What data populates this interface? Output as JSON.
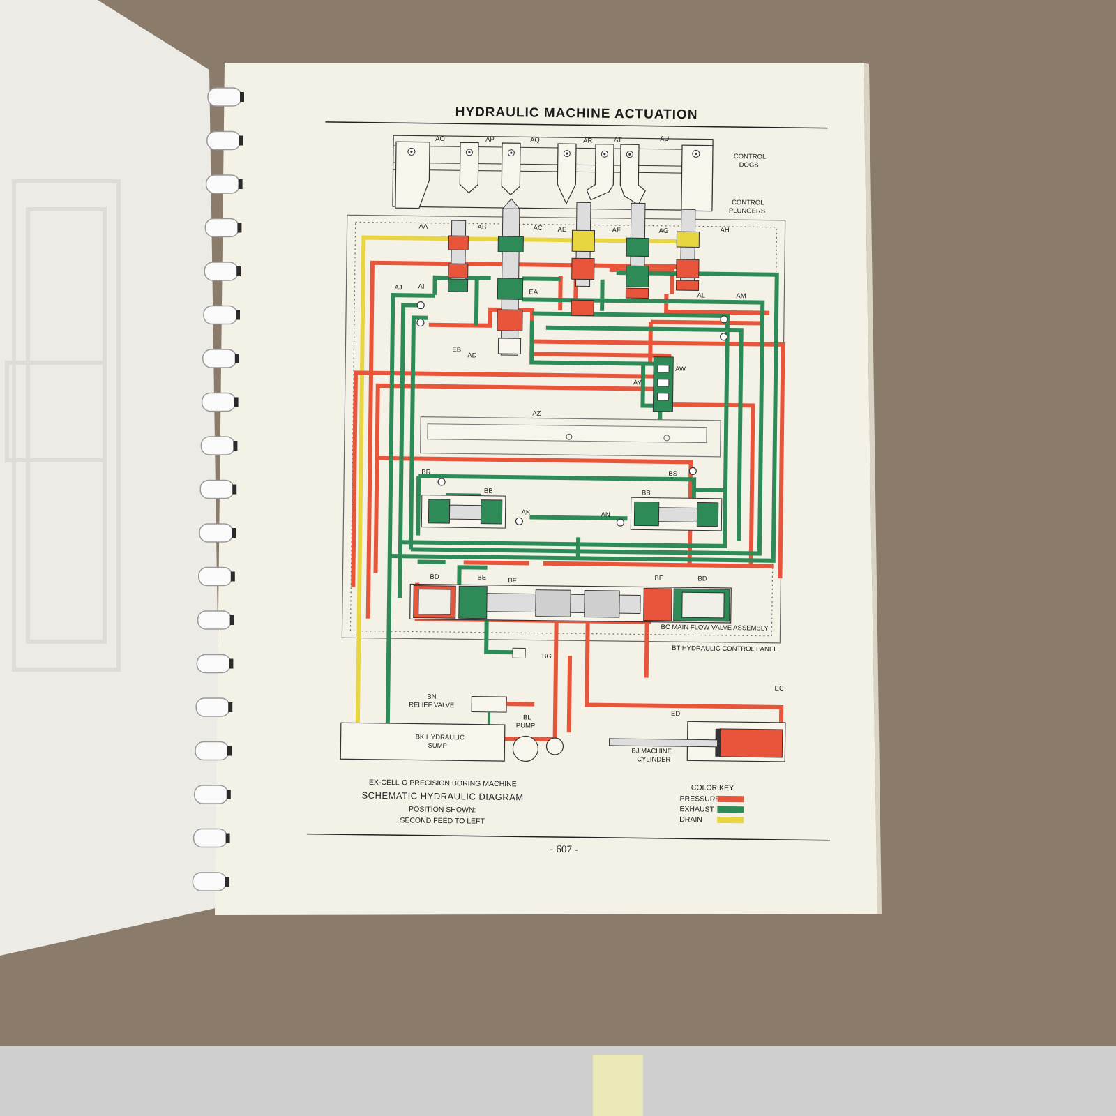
{
  "page": {
    "title": "HYDRAULIC MACHINE ACTUATION",
    "page_number": "- 607 -"
  },
  "labels": {
    "ao": "AO",
    "ap": "AP",
    "aq": "AQ",
    "ar": "AR",
    "at": "AT",
    "au": "AU",
    "control_dogs": [
      "CONTROL",
      "DOGS"
    ],
    "control_plungers": [
      "CONTROL",
      "PLUNGERS"
    ],
    "aa": "AA",
    "ab": "AB",
    "ac": "AC",
    "ae": "AE",
    "af": "AF",
    "ag": "AG",
    "ah": "AH",
    "aj": "AJ",
    "ai": "AI",
    "ea": "EA",
    "eb": "EB",
    "ad": "AD",
    "al": "AL",
    "am": "AM",
    "aw": "AW",
    "ay": "AY",
    "az": "AZ",
    "br": "BR",
    "bs": "BS",
    "bb_left": "BB",
    "bb_right": "BB",
    "ak": "AK",
    "an": "AN",
    "bd_left": "BD",
    "be_left": "BE",
    "bf": "BF",
    "be_right": "BE",
    "bd_right": "BD",
    "bc": "BC MAIN FLOW VALVE ASSEMBLY",
    "bt": "BT HYDRAULIC CONTROL PANEL",
    "bg": "BG",
    "ec": "EC",
    "ed": "ED",
    "bn": [
      "BN",
      "RELIEF VALVE"
    ],
    "bl": [
      "BL",
      "PUMP"
    ],
    "bk": [
      "BK HYDRAULIC",
      "SUMP"
    ],
    "bj": [
      "BJ MACHINE",
      "CYLINDER"
    ]
  },
  "caption": {
    "line1": "EX-CELL-O PRECISION BORING MACHINE",
    "line2": "SCHEMATIC HYDRAULIC DIAGRAM",
    "line3": "POSITION SHOWN:",
    "line4": "SECOND FEED TO LEFT"
  },
  "color_key": {
    "title": "COLOR KEY",
    "items": [
      {
        "label": "PRESSURE",
        "color": "#e8553a"
      },
      {
        "label": "EXHAUST",
        "color": "#2e8b57"
      },
      {
        "label": "DRAIN",
        "color": "#e8d640"
      }
    ]
  },
  "colors": {
    "pressure": "#e8553a",
    "exhaust": "#2e8b57",
    "drain": "#e8d640",
    "paper": "#f4f1e6",
    "table": "#8a7b6a"
  }
}
